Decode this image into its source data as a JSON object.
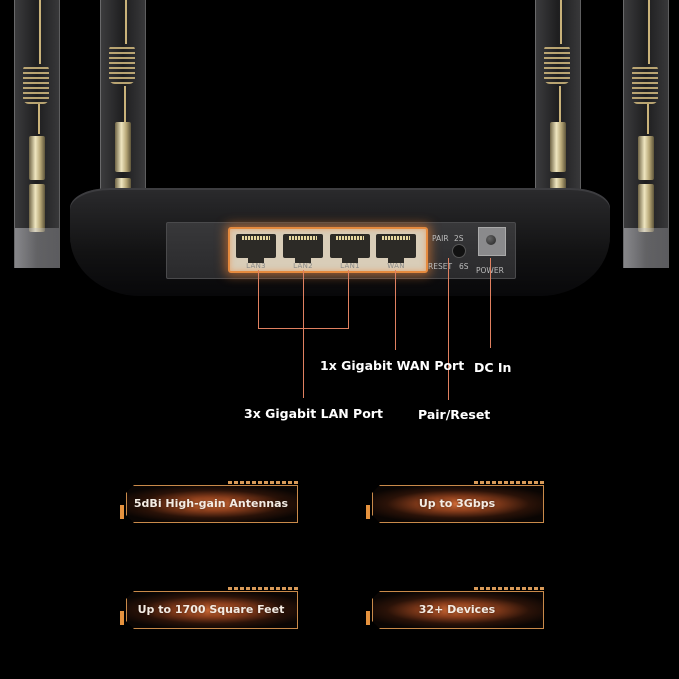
{
  "router": {
    "ports": [
      {
        "label": "LAN3"
      },
      {
        "label": "LAN2"
      },
      {
        "label": "LAN1"
      },
      {
        "label": "WAN"
      }
    ],
    "pair_label": "PAIR",
    "pair_time": "2S",
    "reset_label": "RESET",
    "reset_time": "6S",
    "power_label": "POWER",
    "antenna_count": 4
  },
  "callouts": {
    "wan": "1x Gigabit WAN Port",
    "dc": "DC In",
    "lan": "3x Gigabit LAN Port",
    "reset": "Pair/Reset"
  },
  "features": [
    {
      "label": "5dBi High-gain Antennas"
    },
    {
      "label": "Up to 3Gbps"
    },
    {
      "label": "Up to 1700 Square Feet"
    },
    {
      "label": "32+ Devices"
    }
  ],
  "colors": {
    "accent": "#e58a3e",
    "line": "#e08060",
    "background": "#000000"
  }
}
